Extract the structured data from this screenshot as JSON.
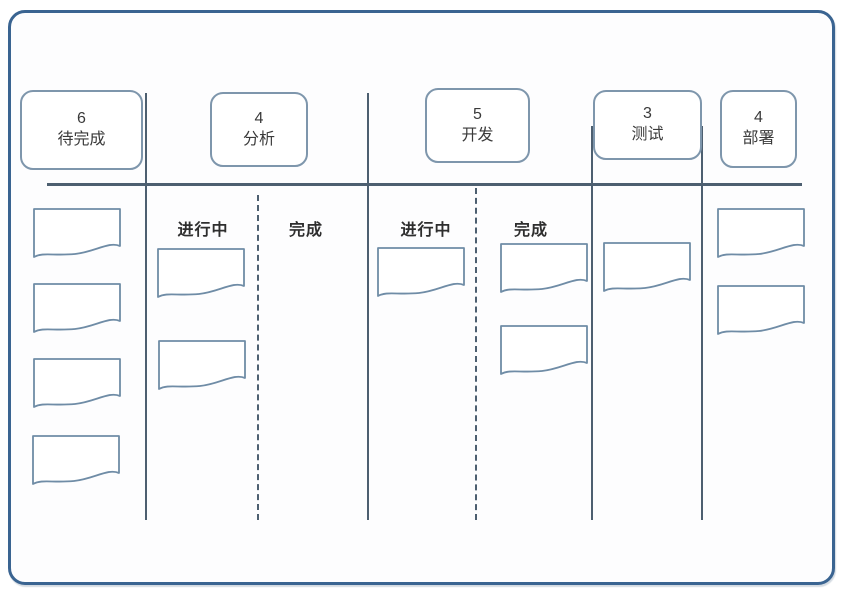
{
  "board": {
    "border_color": "#3a6491",
    "line_color": "#4d5f70",
    "header_border_color": "#7e96ac",
    "card_border_color": "#6f8ca6",
    "text_color": "#3a3a3a",
    "background": "#fdfdfe"
  },
  "columns": [
    {
      "id": "todo",
      "count": "6",
      "label": "待完成"
    },
    {
      "id": "analysis",
      "count": "4",
      "label": "分析"
    },
    {
      "id": "development",
      "count": "5",
      "label": "开发"
    },
    {
      "id": "testing",
      "count": "3",
      "label": "测试"
    },
    {
      "id": "deployment",
      "count": "4",
      "label": "部署"
    }
  ],
  "sublanes": [
    {
      "column": "analysis",
      "label": "进行中"
    },
    {
      "column": "analysis",
      "label": "完成"
    },
    {
      "column": "development",
      "label": "进行中"
    },
    {
      "column": "development",
      "label": "完成"
    }
  ],
  "card_size": {
    "w": 88,
    "h": 52
  },
  "lanes": [
    {
      "id": "todo",
      "name": "待完成",
      "cards": [
        [
          33,
          208
        ],
        [
          33,
          283
        ],
        [
          33,
          358
        ],
        [
          32,
          435
        ]
      ]
    },
    {
      "id": "analysis-wip",
      "name": "分析-进行中",
      "cards": [
        [
          157,
          248
        ],
        [
          158,
          340
        ]
      ]
    },
    {
      "id": "analysis-done",
      "name": "分析-完成",
      "cards": []
    },
    {
      "id": "development-wip",
      "name": "开发-进行中",
      "cards": [
        [
          377,
          247
        ]
      ]
    },
    {
      "id": "development-done",
      "name": "开发-完成",
      "cards": [
        [
          500,
          243
        ],
        [
          500,
          325
        ]
      ]
    },
    {
      "id": "testing",
      "name": "测试",
      "cards": [
        [
          603,
          242
        ]
      ]
    },
    {
      "id": "deployment",
      "name": "部署",
      "cards": [
        [
          717,
          208
        ],
        [
          717,
          285
        ]
      ]
    }
  ]
}
